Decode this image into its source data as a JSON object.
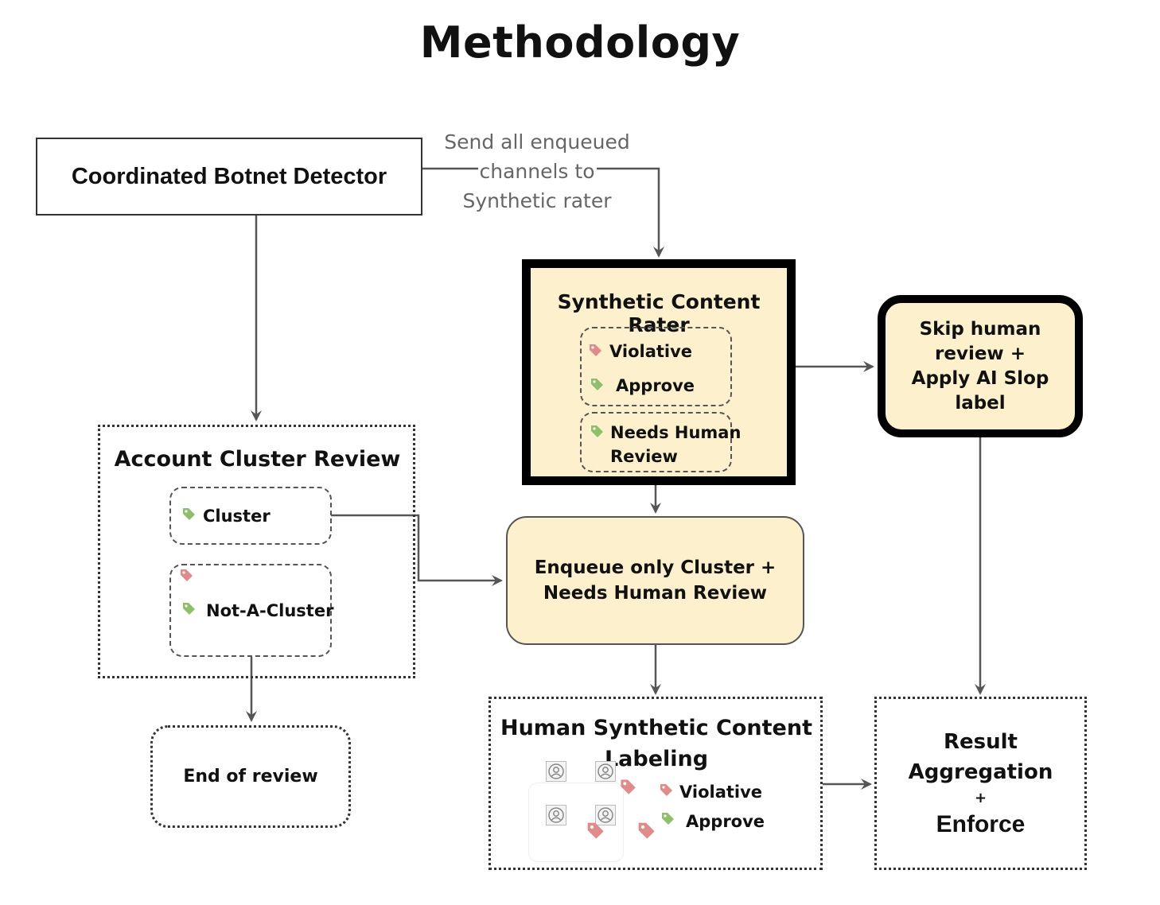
{
  "title": "Methodology",
  "detector": {
    "label": "Coordinated Botnet Detector"
  },
  "edge_label": {
    "line1": "Send all enqueued",
    "line2": "channels to",
    "line3": "Synthetic rater"
  },
  "rater": {
    "title": "Synthetic Content Rater",
    "violative": "Violative",
    "approve": "Approve",
    "needs_line1": "Needs Human",
    "needs_line2": "Review"
  },
  "skip": {
    "line1": "Skip human",
    "line2": "review +",
    "line3": "Apply AI Slop",
    "line4": "label"
  },
  "cluster_review": {
    "title": "Account Cluster Review",
    "cluster": "Cluster",
    "not_cluster": "Not-A-Cluster"
  },
  "enqueue": {
    "line1": "Enqueue only Cluster +",
    "line2": "Needs Human Review"
  },
  "end": {
    "label": "End of review"
  },
  "human": {
    "line1": "Human Synthetic Content",
    "line2": "Labeling",
    "violative": "Violative",
    "approve": "Approve"
  },
  "result": {
    "line1": "Result",
    "line2": "Aggregation",
    "line3": "+",
    "line4": "Enforce"
  },
  "colors": {
    "fill": "#fcf1cc",
    "violative_tag": "#e08a8a",
    "approve_tag": "#8fbf6a",
    "arrow": "#555555"
  },
  "icons": [
    "red-tag-icon",
    "green-tag-icon",
    "person-icon"
  ]
}
